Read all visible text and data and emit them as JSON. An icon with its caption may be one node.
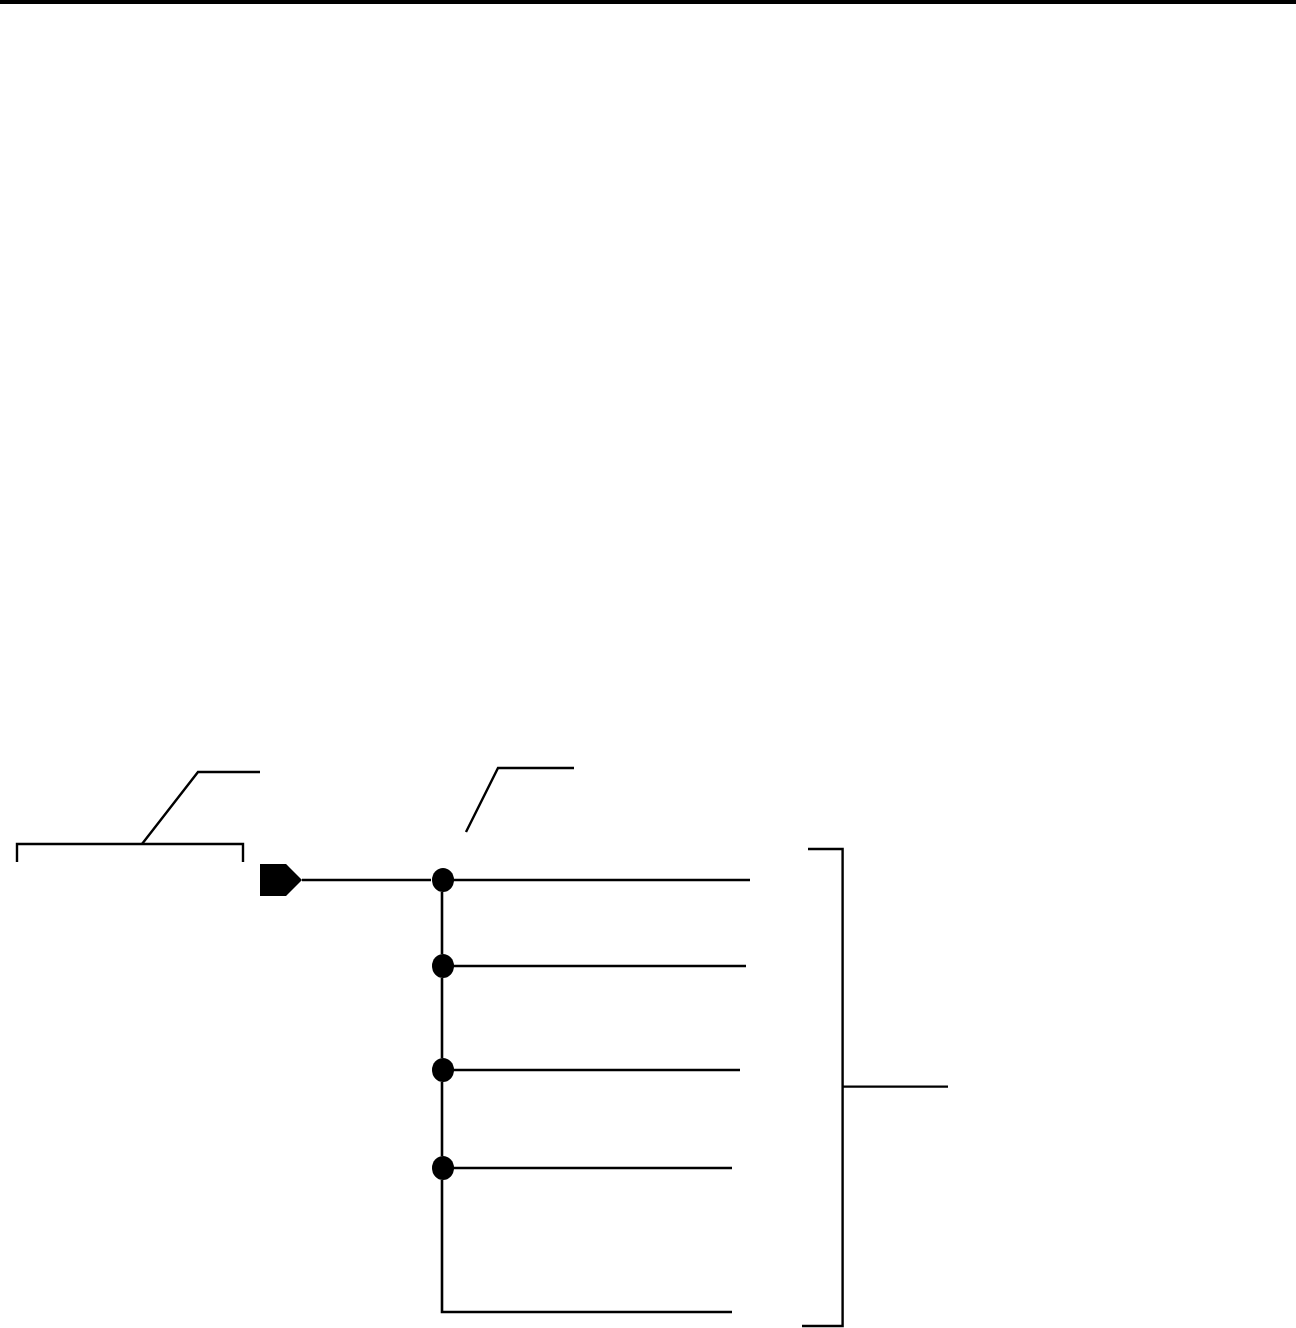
{
  "diagram": {
    "nodes": [
      {
        "text": [],
        "shape": "pentagon"
      },
      {
        "text": [],
        "shape": "circle"
      },
      {
        "text": [],
        "shape": "circle"
      },
      {
        "text": [],
        "shape": "circle"
      },
      {
        "text": [],
        "shape": "circle"
      }
    ],
    "edges": [
      {
        "from": 0,
        "to": 1,
        "arrow": "none"
      },
      {
        "from": 1,
        "to": null,
        "arrow": "none"
      },
      {
        "from": 1,
        "to": 2,
        "arrow": "none"
      },
      {
        "from": 2,
        "to": null,
        "arrow": "none"
      },
      {
        "from": 2,
        "to": 3,
        "arrow": "none"
      },
      {
        "from": 3,
        "to": null,
        "arrow": "none"
      },
      {
        "from": 3,
        "to": 4,
        "arrow": "none"
      },
      {
        "from": 4,
        "to": null,
        "arrow": "none"
      },
      {
        "from": 4,
        "to": null,
        "arrow": "none"
      }
    ]
  }
}
